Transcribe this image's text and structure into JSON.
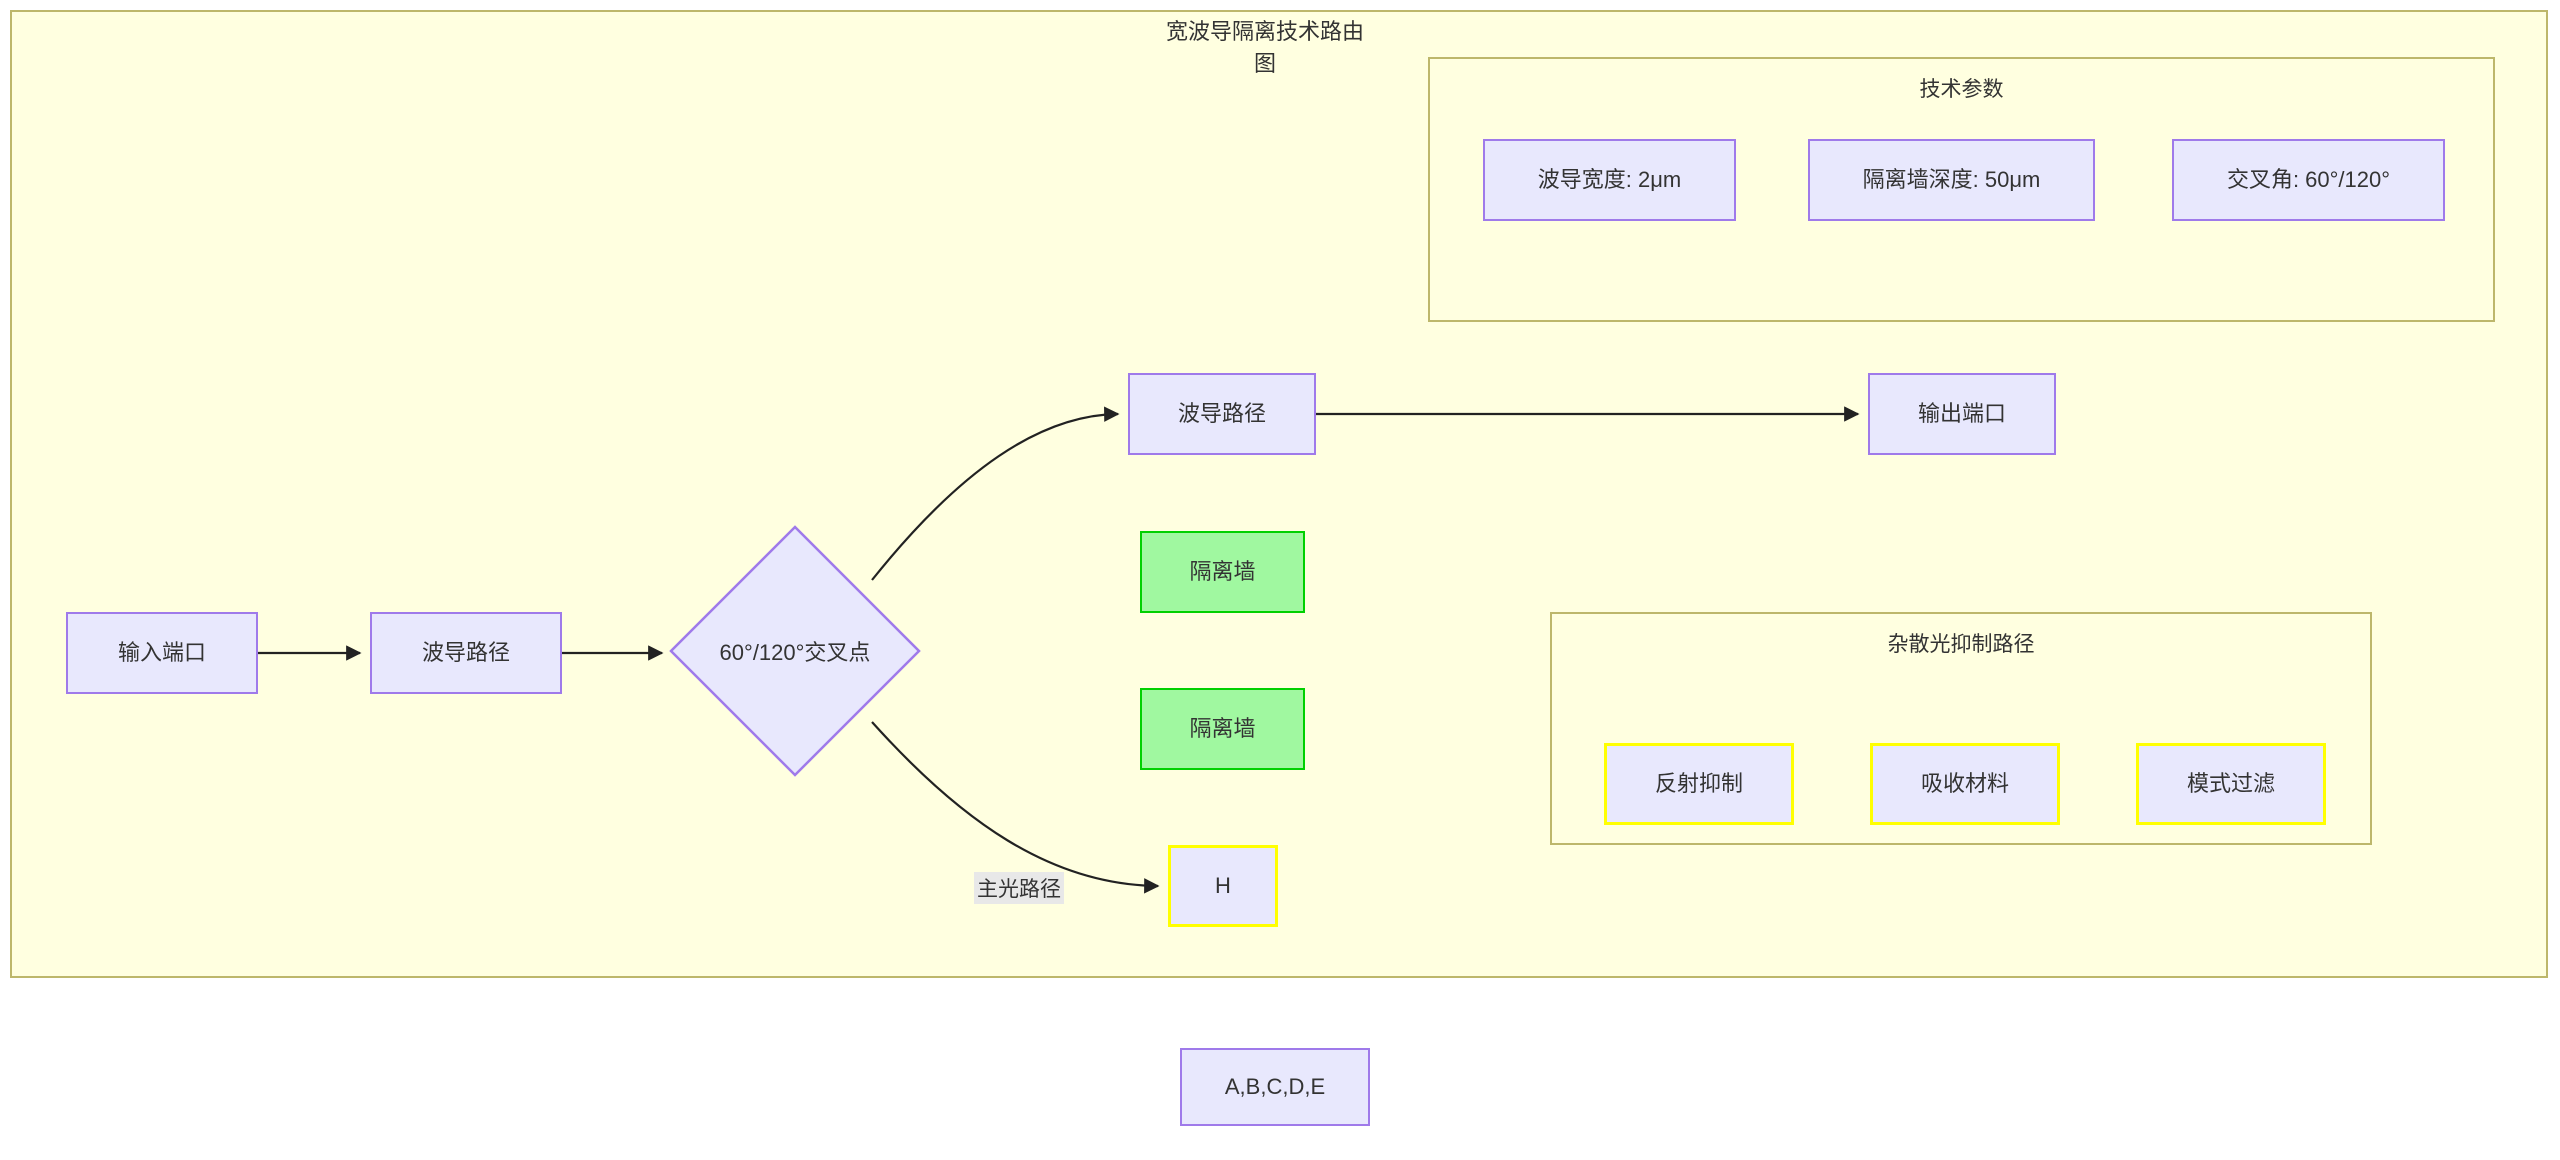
{
  "diagram": {
    "title": "宽波导隔离技术路由图",
    "canvas_bg": "#ffffff",
    "frame_bg": "#ffffe0",
    "frame_border": "#bdb76b"
  },
  "groups": {
    "tech_params": {
      "title": "技术参数",
      "items": [
        {
          "label": "波导宽度: 2μm"
        },
        {
          "label": "隔离墙深度: 50μm"
        },
        {
          "label": "交叉角: 60°/120°"
        }
      ]
    },
    "stray_light": {
      "title": "杂散光抑制路径",
      "items": [
        {
          "label": "反射抑制"
        },
        {
          "label": "吸收材料"
        },
        {
          "label": "模式过滤"
        }
      ]
    }
  },
  "nodes": {
    "input_port": {
      "label": "输入端口",
      "fill": "#e8e8fd",
      "stroke": "#9f7aea"
    },
    "waveguide_path_1": {
      "label": "波导路径",
      "fill": "#e8e8fd",
      "stroke": "#9f7aea"
    },
    "crossing_point": {
      "label": "60°/120°交叉点",
      "fill": "#e8e8fd",
      "stroke": "#9f7aea"
    },
    "waveguide_path_2": {
      "label": "波导路径",
      "fill": "#e8e8fd",
      "stroke": "#9f7aea"
    },
    "output_port": {
      "label": "输出端口",
      "fill": "#e8e8fd",
      "stroke": "#9f7aea"
    },
    "isolation_wall_1": {
      "label": "隔离墙",
      "fill": "#a0f8a0",
      "stroke": "#00d000"
    },
    "isolation_wall_2": {
      "label": "隔离墙",
      "fill": "#a0f8a0",
      "stroke": "#00d000"
    },
    "node_h": {
      "label": "H",
      "fill": "#e8e8fd",
      "stroke": "#ffff00"
    },
    "legend_abcde": {
      "label": "A,B,C,D,E",
      "fill": "#e8e8fd",
      "stroke": "#9f7aea"
    }
  },
  "edges": {
    "main_light_path_label": "主光路径"
  }
}
